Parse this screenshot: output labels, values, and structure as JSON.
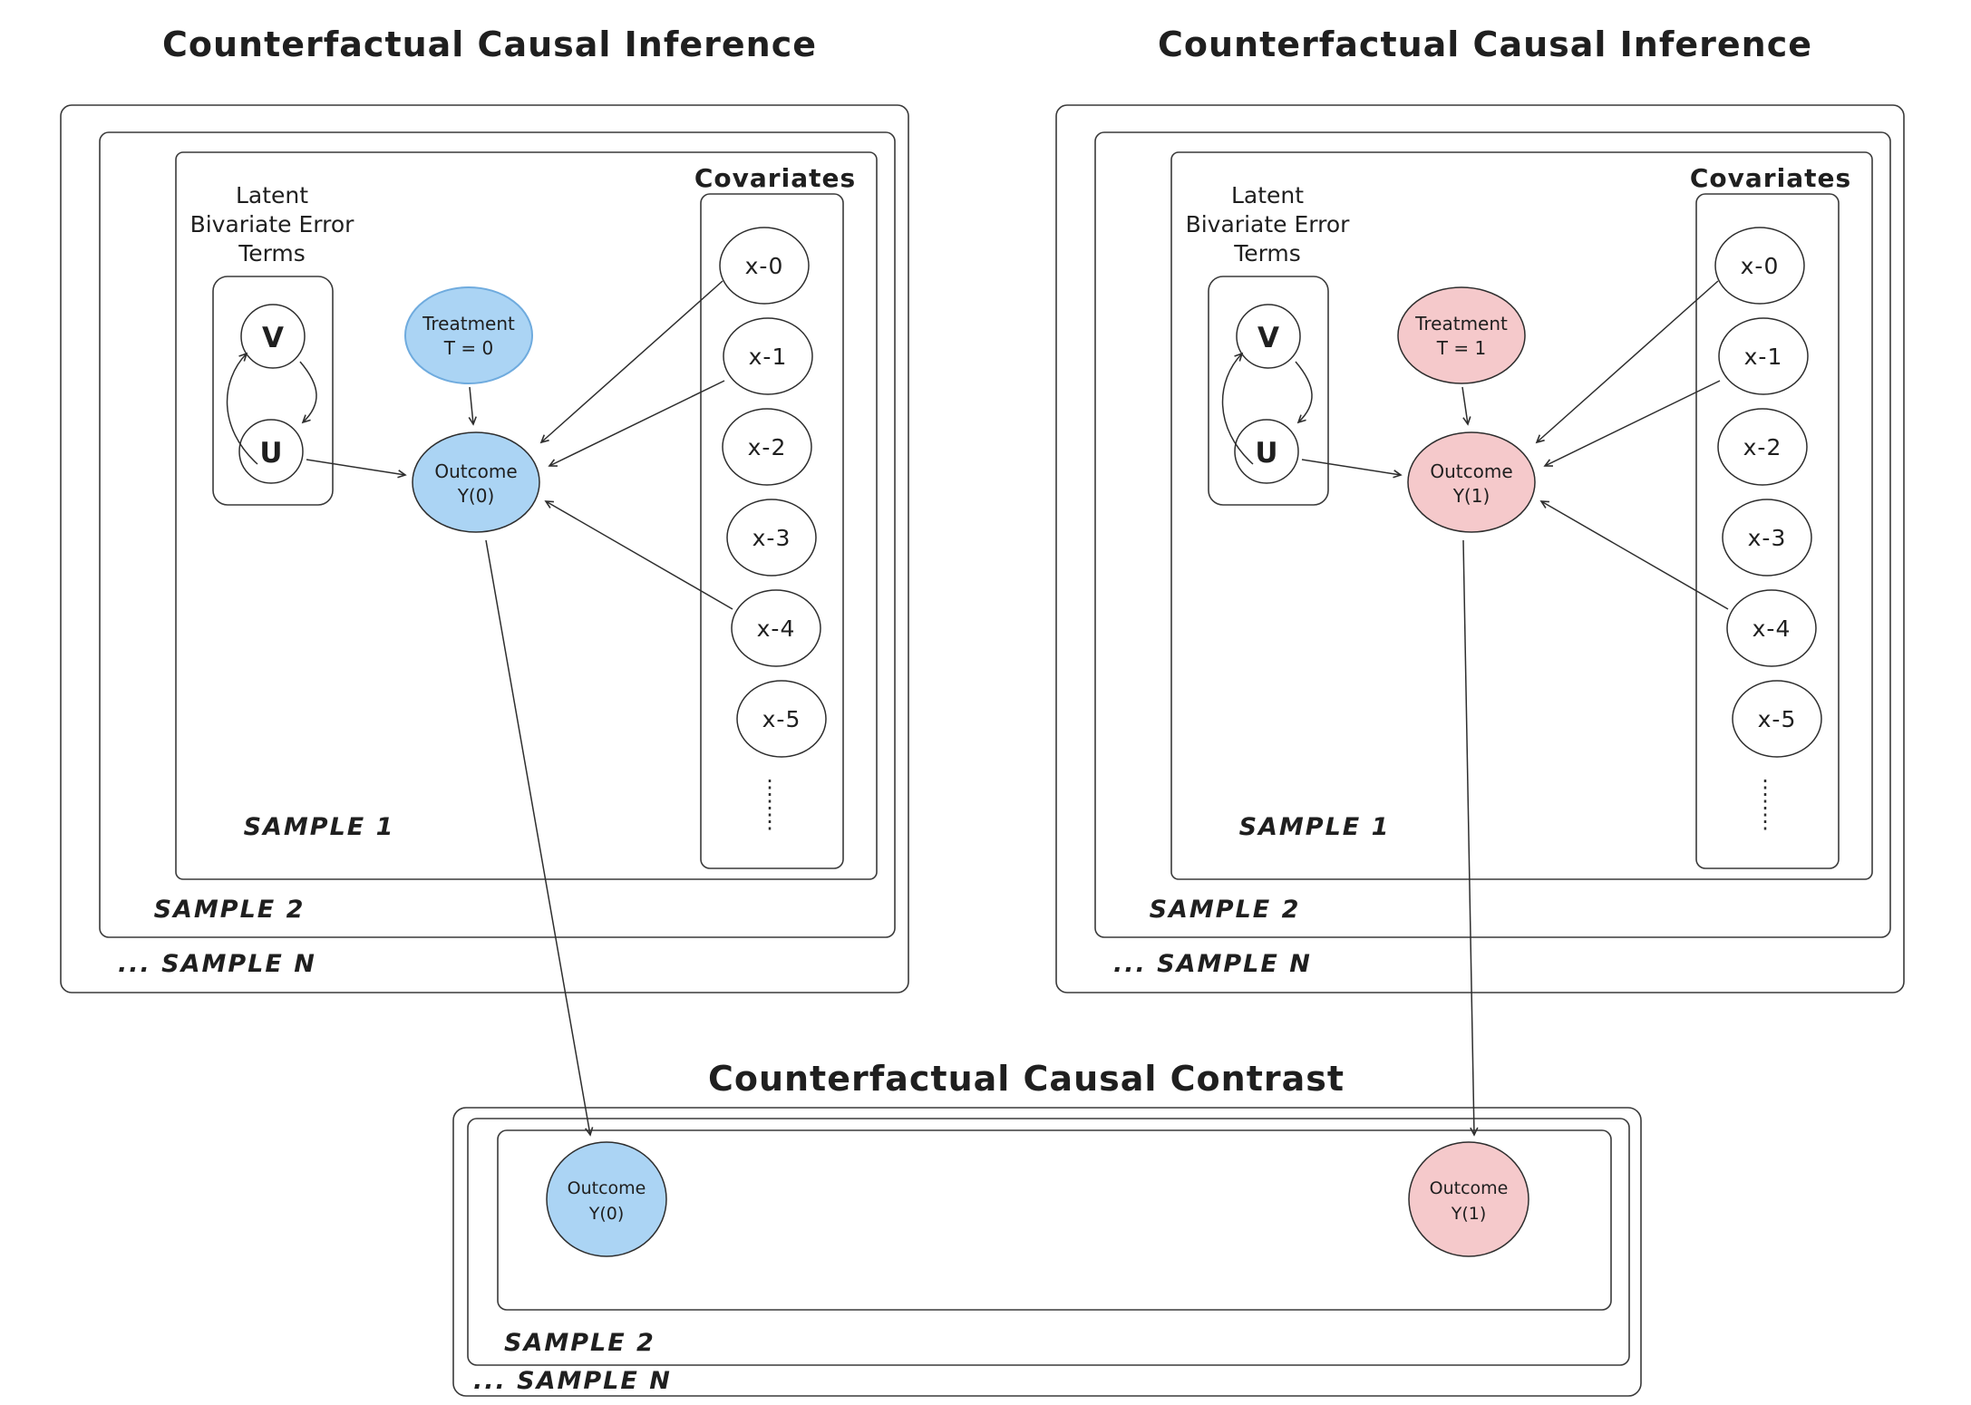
{
  "diagram": {
    "left_panel": {
      "title": "Counterfactual Causal Inference",
      "latent_label": [
        "Latent",
        "Bivariate Error",
        "Terms"
      ],
      "node_v": "V",
      "node_u": "U",
      "treatment": [
        "Treatment",
        "T = 0"
      ],
      "outcome": [
        "Outcome",
        "Y(0)"
      ],
      "covariates_title": "Covariates",
      "covariates": [
        "x-0",
        "x-1",
        "x-2",
        "x-3",
        "x-4",
        "x-5"
      ],
      "sample_1": "SAMPLE 1",
      "sample_2": "SAMPLE 2",
      "sample_n": "... SAMPLE N"
    },
    "right_panel": {
      "title": "Counterfactual Causal Inference",
      "latent_label": [
        "Latent",
        "Bivariate Error",
        "Terms"
      ],
      "node_v": "V",
      "node_u": "U",
      "treatment": [
        "Treatment",
        "T = 1"
      ],
      "outcome": [
        "Outcome",
        "Y(1)"
      ],
      "covariates_title": "Covariates",
      "covariates": [
        "x-0",
        "x-1",
        "x-2",
        "x-3",
        "x-4",
        "x-5"
      ],
      "sample_1": "SAMPLE 1",
      "sample_2": "SAMPLE 2",
      "sample_n": "... SAMPLE N"
    },
    "contrast_panel": {
      "title": "Counterfactual Causal Contrast",
      "outcome_y0": [
        "Outcome",
        "Y(0)"
      ],
      "outcome_y1": [
        "Outcome",
        "Y(1)"
      ],
      "sample_2": "SAMPLE 2",
      "sample_n": "... SAMPLE N"
    },
    "colors": {
      "node_blue_fill": "#abd4f4",
      "node_pink_fill": "#f5c9cb",
      "line_stroke": "#2e2e2e",
      "treatment_blue_stroke": "#6fabde"
    }
  }
}
